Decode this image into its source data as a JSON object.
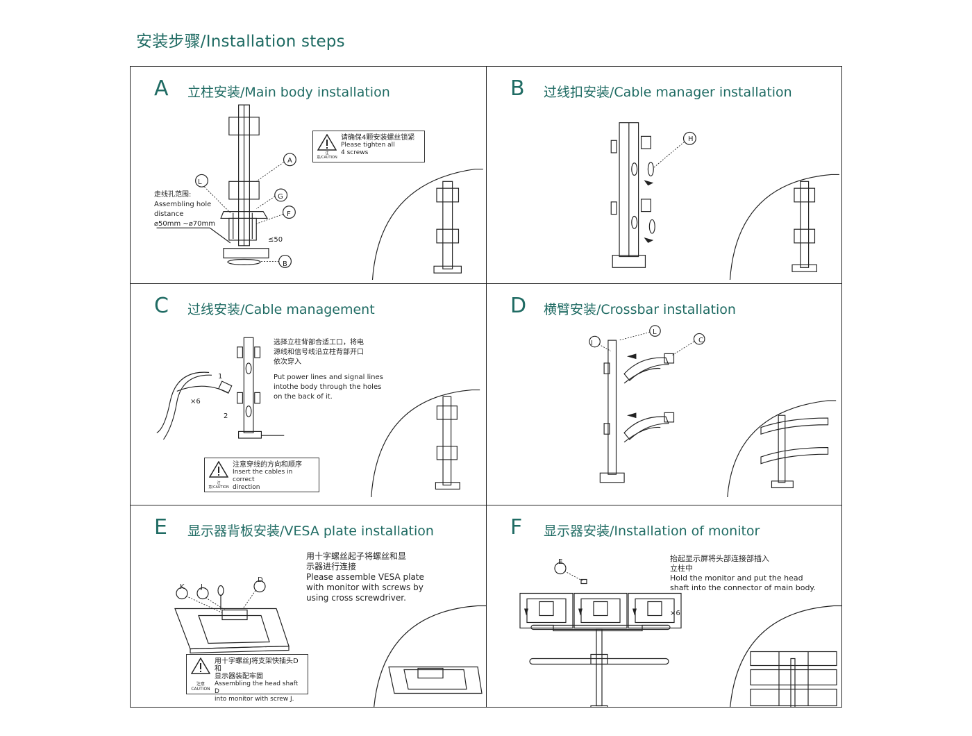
{
  "page_title": "安装步骤/Installation steps",
  "panels": {
    "A": {
      "letter": "A",
      "title": "立柱安装/Main body installation",
      "hole_cn": "走线孔范围:",
      "hole_en1": "Assembling hole",
      "hole_en2": "distance",
      "hole_range": "⌀50mm ~⌀70mm",
      "limit": "≤50",
      "caution_cn": "请确保4颗安装螺丝锁紧",
      "caution_en1": "Please tighten all",
      "caution_en2": "4 screws",
      "caution_tag": "注意/CAUTION",
      "callouts": [
        "A",
        "L",
        "G",
        "F",
        "B"
      ]
    },
    "B": {
      "letter": "B",
      "title": "过线扣安装/Cable manager installation",
      "callouts": [
        "H"
      ]
    },
    "C": {
      "letter": "C",
      "title": "过线安装/Cable management",
      "desc_cn1": "选择立柱背部合适工口，将电",
      "desc_cn2": "源线和信号线沿立柱背部开口",
      "desc_cn3": "依次穿入",
      "desc_en1": "Put power lines and signal lines",
      "desc_en2": "intothe body through the holes",
      "desc_en3": "on the back of it.",
      "caution_cn": "注意穿线的方向和顺序",
      "caution_en1": "Insert the cables in correct",
      "caution_en2": "direction",
      "caution_tag": "注意/CAUTION",
      "mark1": "1",
      "mark2": "2",
      "times": "×6"
    },
    "D": {
      "letter": "D",
      "title": "横臂安装/Crossbar installation",
      "callouts": [
        "I",
        "L",
        "C"
      ]
    },
    "E": {
      "letter": "E",
      "title": "显示器背板安装/VESA plate installation",
      "desc_cn1": "用十字螺丝起子将螺丝和显",
      "desc_cn2": "示器进行连接",
      "desc_en1": "Please assemble VESA plate",
      "desc_en2": "with monitor with screws by",
      "desc_en3": "using cross screwdriver.",
      "caution_cn1": "用十字螺丝J将支架快插头D和",
      "caution_cn2": "显示器装配牢固",
      "caution_en1": "Assembling the head shaft D",
      "caution_en2": "into monitor with screw J.",
      "caution_tag1": "注意",
      "caution_tag2": "CAUTION",
      "callouts": [
        "J",
        "D",
        "K"
      ]
    },
    "F": {
      "letter": "F",
      "title": "显示器安装/Installation of monitor",
      "desc_cn1": "抬起显示屏将头部连接部插入",
      "desc_cn2": "立柱中",
      "desc_en1": "Hold the monitor and put the head",
      "desc_en2": "shaft into the connector of main body.",
      "times": "×6",
      "callouts": [
        "E"
      ]
    }
  }
}
